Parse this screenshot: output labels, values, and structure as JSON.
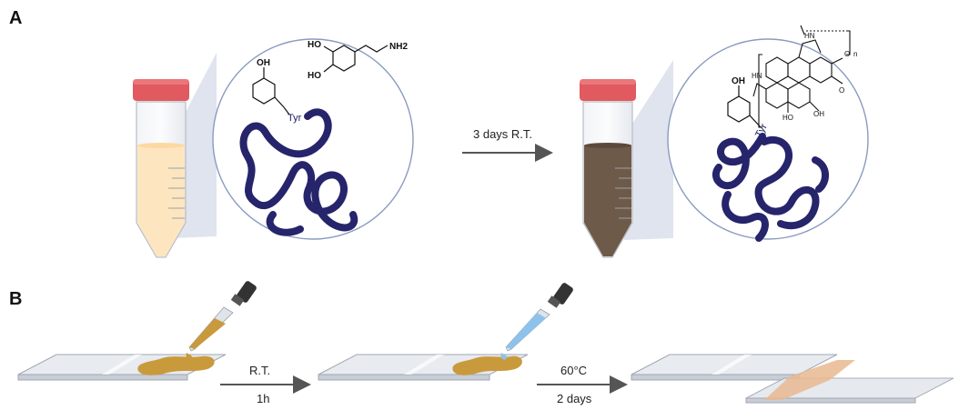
{
  "panels": {
    "a": {
      "label": "A"
    },
    "b": {
      "label": "B"
    }
  },
  "panel_a": {
    "step_label": "3 days R.T.",
    "left_zoom": {
      "residue_label": "Tyr",
      "oh_label": "OH",
      "ho_label_1": "HO",
      "ho_label_2": "HO",
      "amine_label": "NH2"
    },
    "right_zoom": {
      "residue_label": "Tyr",
      "oh_label": "OH",
      "nh_label_1": "HN",
      "nh_label_2": "HN",
      "oh_label_2": "OH",
      "ho_label": "HO",
      "o_label": "O",
      "o_label_2": "O",
      "n_label": "n"
    }
  },
  "panel_b": {
    "step1": {
      "top": "R.T.",
      "bottom": "1h"
    },
    "step2": {
      "top": "60°C",
      "bottom": "2 days"
    }
  },
  "colors": {
    "tube_cap": "#e05a5f",
    "tube_liquid_light": "#fde6bf",
    "tube_liquid_dark": "#6e5a48",
    "protein_chain": "#26246b",
    "circle_stroke": "#8a9bc0",
    "slide_fill": "#d8dde6",
    "sample_brown": "#c99a3c",
    "sample_blue": "#8fc2ea",
    "arrow": "#555555"
  }
}
